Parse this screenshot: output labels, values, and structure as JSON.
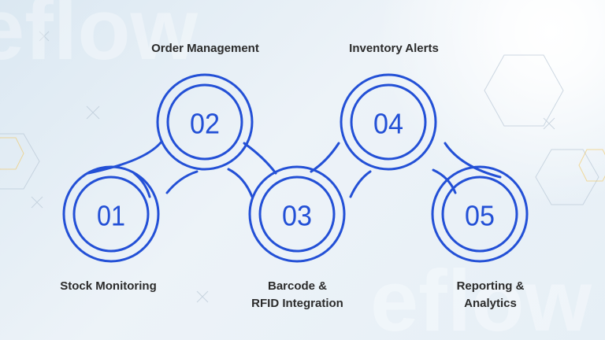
{
  "steps": [
    {
      "number": "01",
      "label_lines": [
        "Stock Monitoring"
      ]
    },
    {
      "number": "02",
      "label_lines": [
        "Order Management"
      ]
    },
    {
      "number": "03",
      "label_lines": [
        "Barcode &",
        "RFID Integration"
      ]
    },
    {
      "number": "04",
      "label_lines": [
        "Inventory Alerts"
      ]
    },
    {
      "number": "05",
      "label_lines": [
        "Reporting &",
        "Analytics"
      ]
    }
  ],
  "colors": {
    "accent": "#2350d6",
    "label_text": "#2b2b2b",
    "background": "#e8f0f6"
  },
  "watermark": "eflow"
}
